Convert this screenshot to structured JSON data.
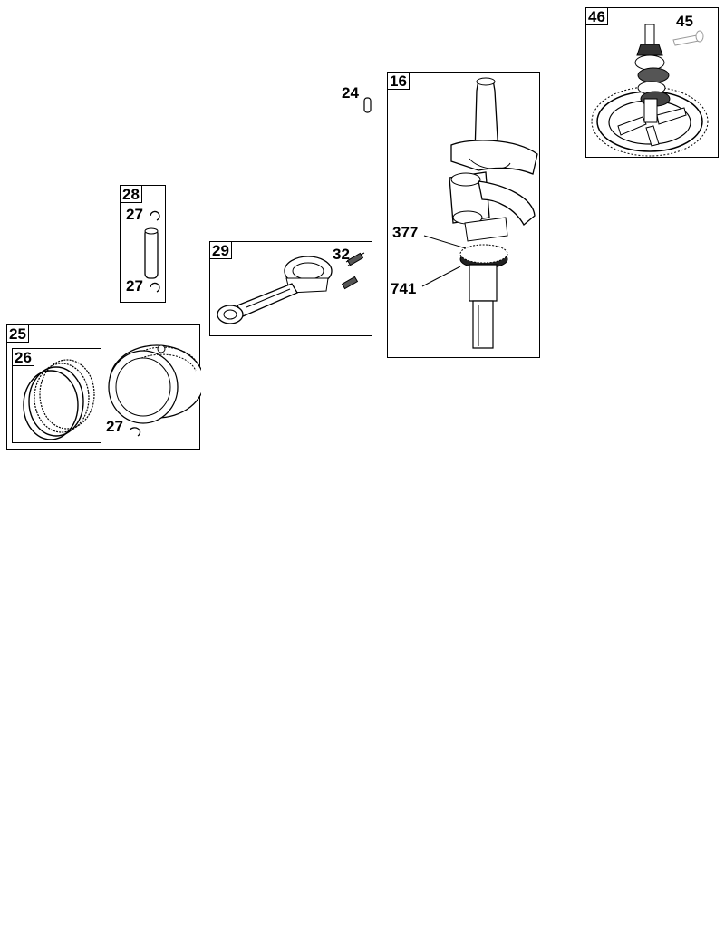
{
  "parts": [
    {
      "id": "part-46",
      "label": "46",
      "kind": "box",
      "title": "Camshaft assembly"
    },
    {
      "id": "part-45",
      "label": "45",
      "kind": "callout"
    },
    {
      "id": "part-24",
      "label": "24",
      "kind": "callout"
    },
    {
      "id": "part-16",
      "label": "16",
      "kind": "box"
    },
    {
      "id": "part-377",
      "label": "377",
      "kind": "callout"
    },
    {
      "id": "part-741",
      "label": "741",
      "kind": "callout"
    },
    {
      "id": "part-28",
      "label": "28",
      "kind": "box"
    },
    {
      "id": "part-27a",
      "label": "27",
      "kind": "callout"
    },
    {
      "id": "part-27b",
      "label": "27",
      "kind": "callout"
    },
    {
      "id": "part-29",
      "label": "29",
      "kind": "box"
    },
    {
      "id": "part-32",
      "label": "32",
      "kind": "callout"
    },
    {
      "id": "part-25",
      "label": "25",
      "kind": "box"
    },
    {
      "id": "part-26",
      "label": "26",
      "kind": "box"
    },
    {
      "id": "part-27c",
      "label": "27",
      "kind": "callout"
    }
  ],
  "labels": {
    "box46": "46",
    "c45": "45",
    "c24": "24",
    "box16": "16",
    "c377": "377",
    "c741": "741",
    "box28": "28",
    "c27a": "27",
    "c27b": "27",
    "box29": "29",
    "c32": "32",
    "box25": "25",
    "box26": "26",
    "c27c": "27"
  }
}
